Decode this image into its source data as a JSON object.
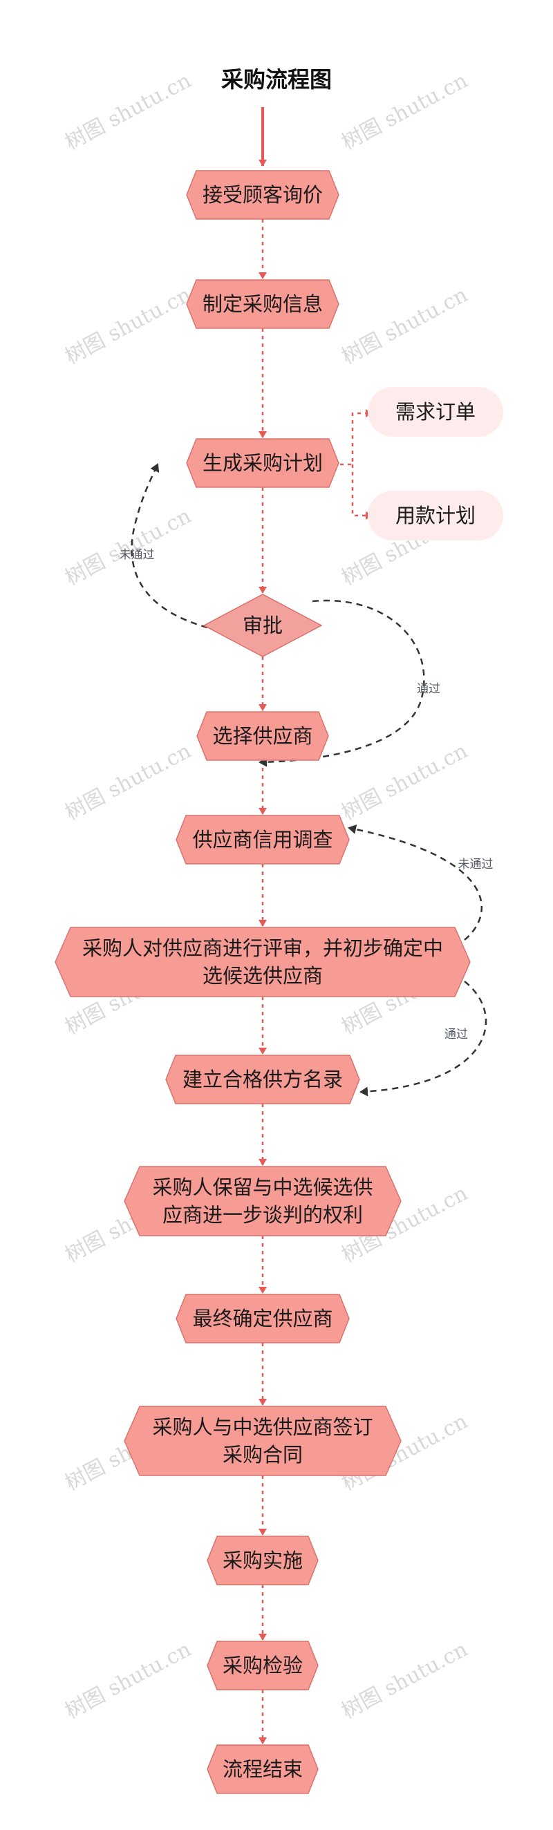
{
  "title": "采购流程图",
  "watermark": "树图 shutu.cn",
  "colors": {
    "node_fill": "#f79b95",
    "node_stroke": "#d9726d",
    "side_fill": "#fdeceb",
    "diamond_fill": "#f3a19c",
    "main_line": "#e55a55",
    "loop_line": "#333333",
    "side_line": "#e55a55"
  },
  "nodes": [
    {
      "id": "n1",
      "lines": [
        "接受顾客询价"
      ]
    },
    {
      "id": "n2",
      "lines": [
        "制定采购信息"
      ]
    },
    {
      "id": "n3",
      "lines": [
        "生成采购计划"
      ]
    },
    {
      "id": "d1",
      "lines": [
        "审批"
      ],
      "shape": "diamond"
    },
    {
      "id": "n4",
      "lines": [
        "选择供应商"
      ]
    },
    {
      "id": "n5",
      "lines": [
        "供应商信用调查"
      ]
    },
    {
      "id": "n6",
      "lines": [
        "采购人对供应商进行评审，并初步确定中",
        "选候选供应商"
      ]
    },
    {
      "id": "n7",
      "lines": [
        "建立合格供方名录"
      ]
    },
    {
      "id": "n8",
      "lines": [
        "采购人保留与中选候选供",
        "应商进一步谈判的权利"
      ]
    },
    {
      "id": "n9",
      "lines": [
        "最终确定供应商"
      ]
    },
    {
      "id": "n10",
      "lines": [
        "采购人与中选供应商签订",
        "采购合同"
      ]
    },
    {
      "id": "n11",
      "lines": [
        "采购实施"
      ]
    },
    {
      "id": "n12",
      "lines": [
        "采购检验"
      ]
    },
    {
      "id": "n13",
      "lines": [
        "流程结束"
      ]
    }
  ],
  "side_items": [
    "需求订单",
    "用款计划"
  ],
  "edge_labels": {
    "reject_1": "未通过",
    "pass_1": "通过",
    "reject_2": "未通过",
    "pass_2": "通过"
  }
}
